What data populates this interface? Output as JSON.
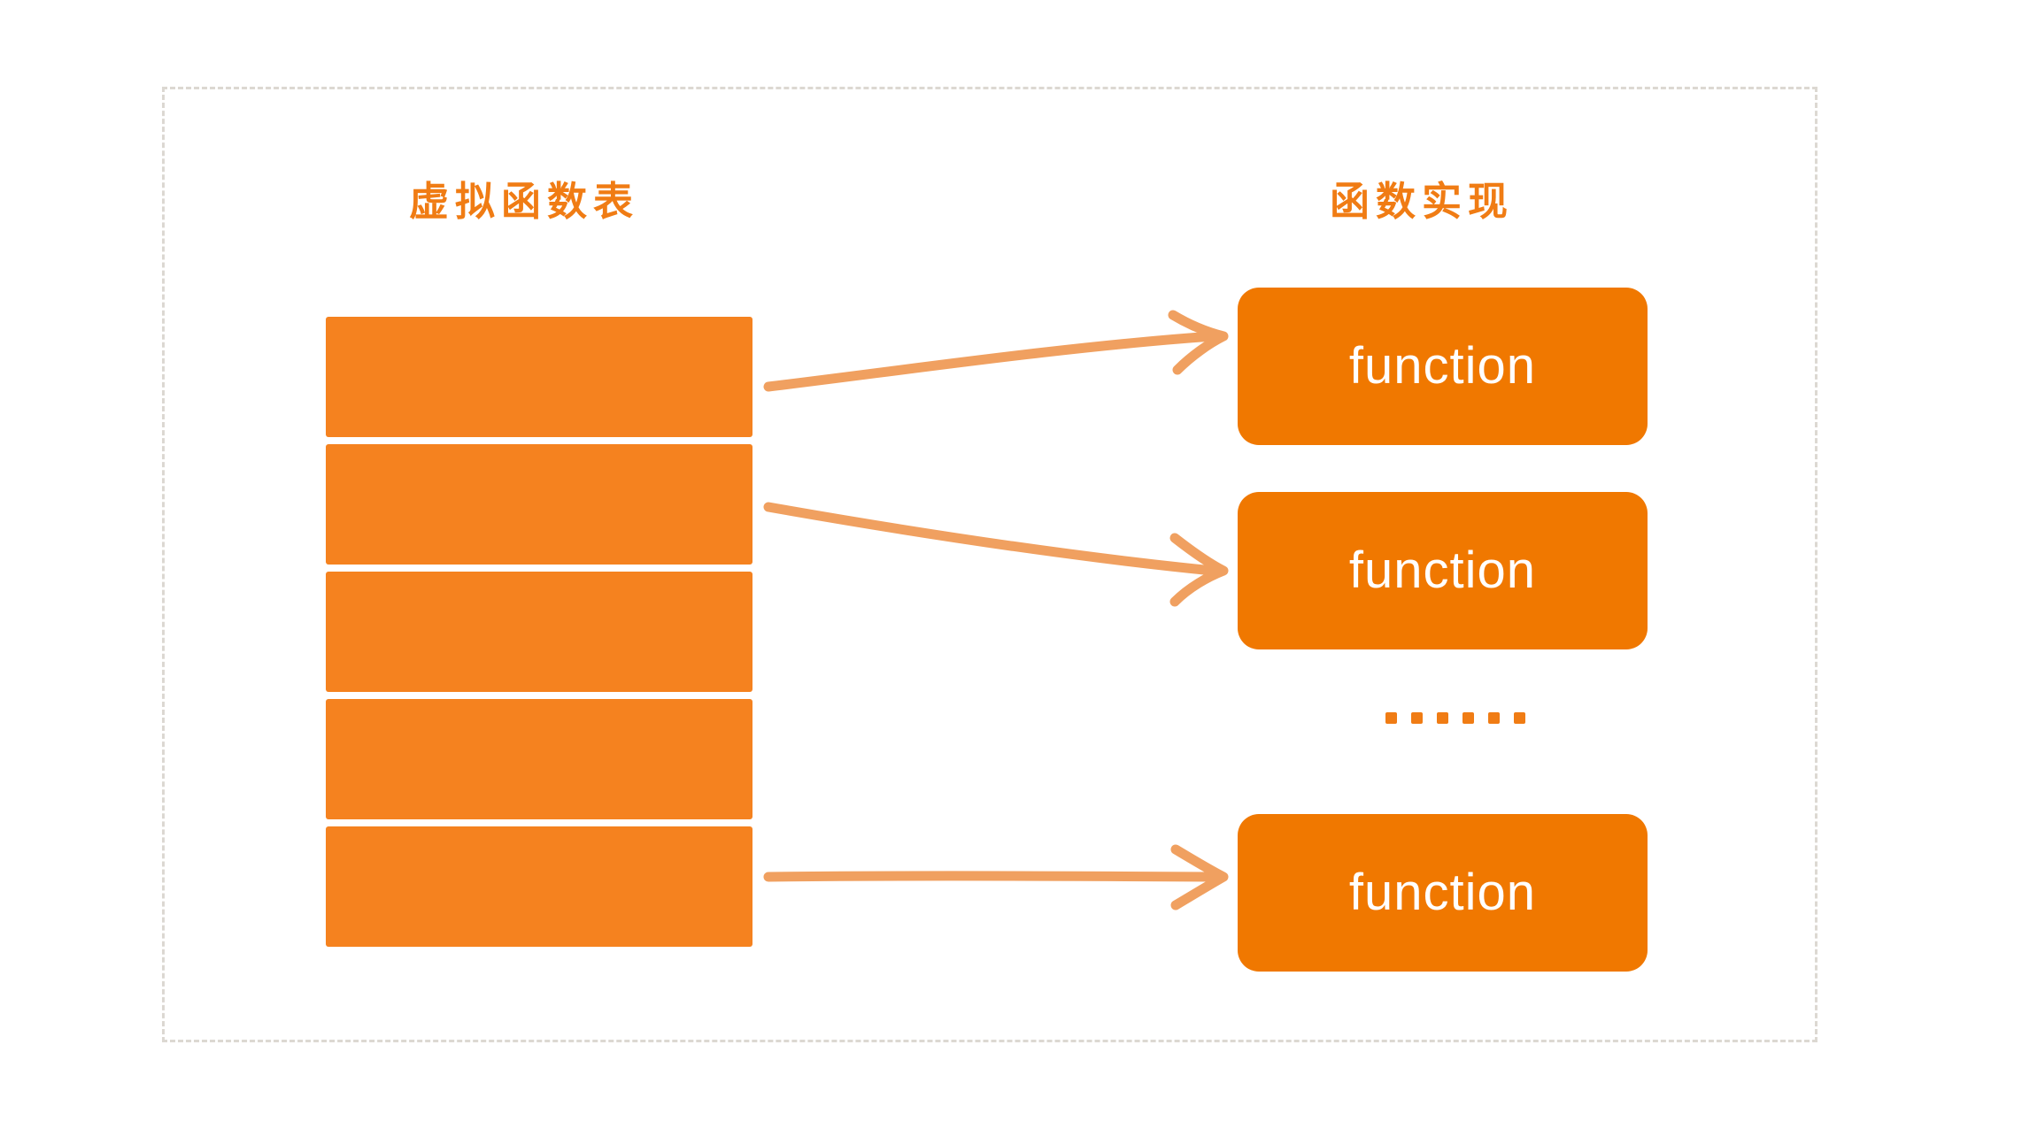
{
  "diagram": {
    "title_left": "虚拟函数表",
    "title_right": "函数实现",
    "ellipsis_text": "……",
    "colors": {
      "frame_border": "#dcd8d2",
      "title": "#F07C14",
      "vtable_cell": "#F5821F",
      "function_box": "#F07800",
      "function_label": "#FFFFFF",
      "arrow": "#F0A060",
      "background": "#FFFFFF"
    }
  },
  "vtable": {
    "label": "虚拟函数表",
    "cells": [
      {
        "index": 0,
        "text": ""
      },
      {
        "index": 1,
        "text": ""
      },
      {
        "index": 2,
        "text": ""
      },
      {
        "index": 3,
        "text": ""
      },
      {
        "index": 4,
        "text": ""
      }
    ]
  },
  "implementations": {
    "label": "函数实现",
    "boxes": [
      {
        "index": 0,
        "label": "function"
      },
      {
        "index": 1,
        "label": "function"
      },
      {
        "index": 2,
        "label": "function"
      }
    ],
    "ellipsis": {
      "dot_count": 6,
      "meaning": "more-functions"
    }
  },
  "arrows": [
    {
      "index": 0,
      "from_cell": 0,
      "to_box": 0,
      "direction": "up-right"
    },
    {
      "index": 1,
      "from_cell": 1,
      "to_box": 1,
      "direction": "down-right"
    },
    {
      "index": 2,
      "from_cell": 4,
      "to_box": 2,
      "direction": "right"
    }
  ]
}
